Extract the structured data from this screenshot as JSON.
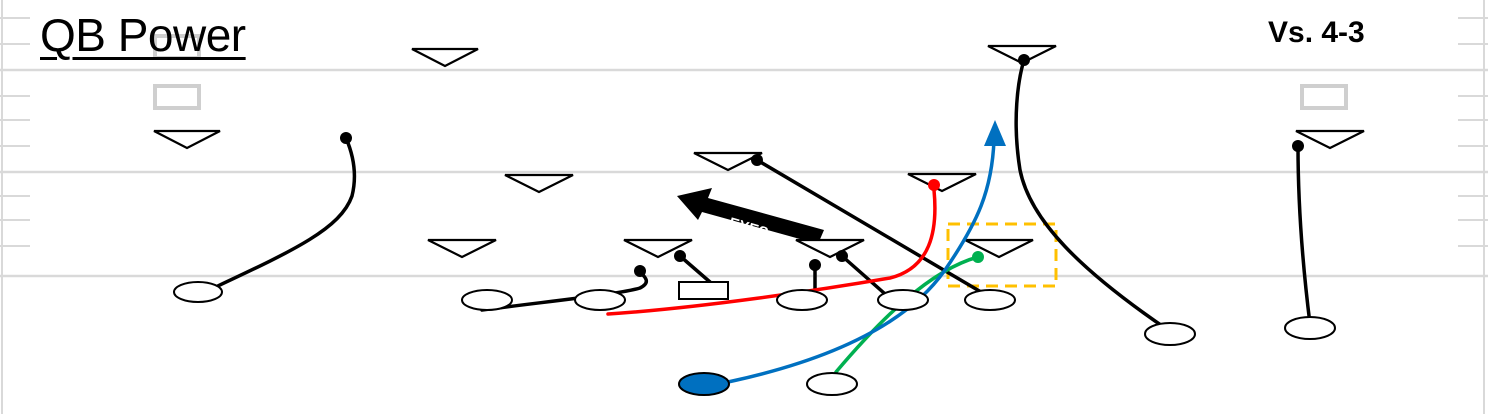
{
  "play": {
    "title": "QB Power",
    "opponent": "Vs. 4-3",
    "eyes_label": "EYES"
  },
  "colors": {
    "route_black": "#000000",
    "route_red": "#ff0000",
    "route_blue": "#0070c0",
    "route_green": "#00b050",
    "qb_fill": "#0070c0",
    "highlight_box": "#ffc000",
    "field_lines": "#d9d9d9"
  },
  "icons": {
    "defender": "chevron-v-icon",
    "offensive_player": "oval-icon",
    "center": "rectangle-icon",
    "yard_marker": "rounded-square-icon"
  }
}
